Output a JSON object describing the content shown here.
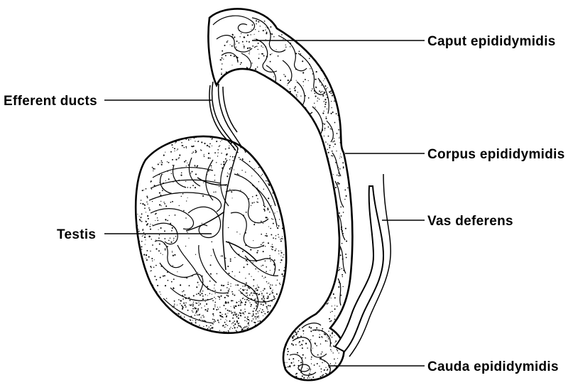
{
  "labels": {
    "caput": "Caput epididymidis",
    "efferent": "Efferent ducts",
    "corpus": "Corpus epididymidis",
    "vas": "Vas deferens",
    "testis": "Testis",
    "cauda": "Cauda epididymidis"
  },
  "colors": {
    "ink": "#000000",
    "paper": "#ffffff"
  }
}
